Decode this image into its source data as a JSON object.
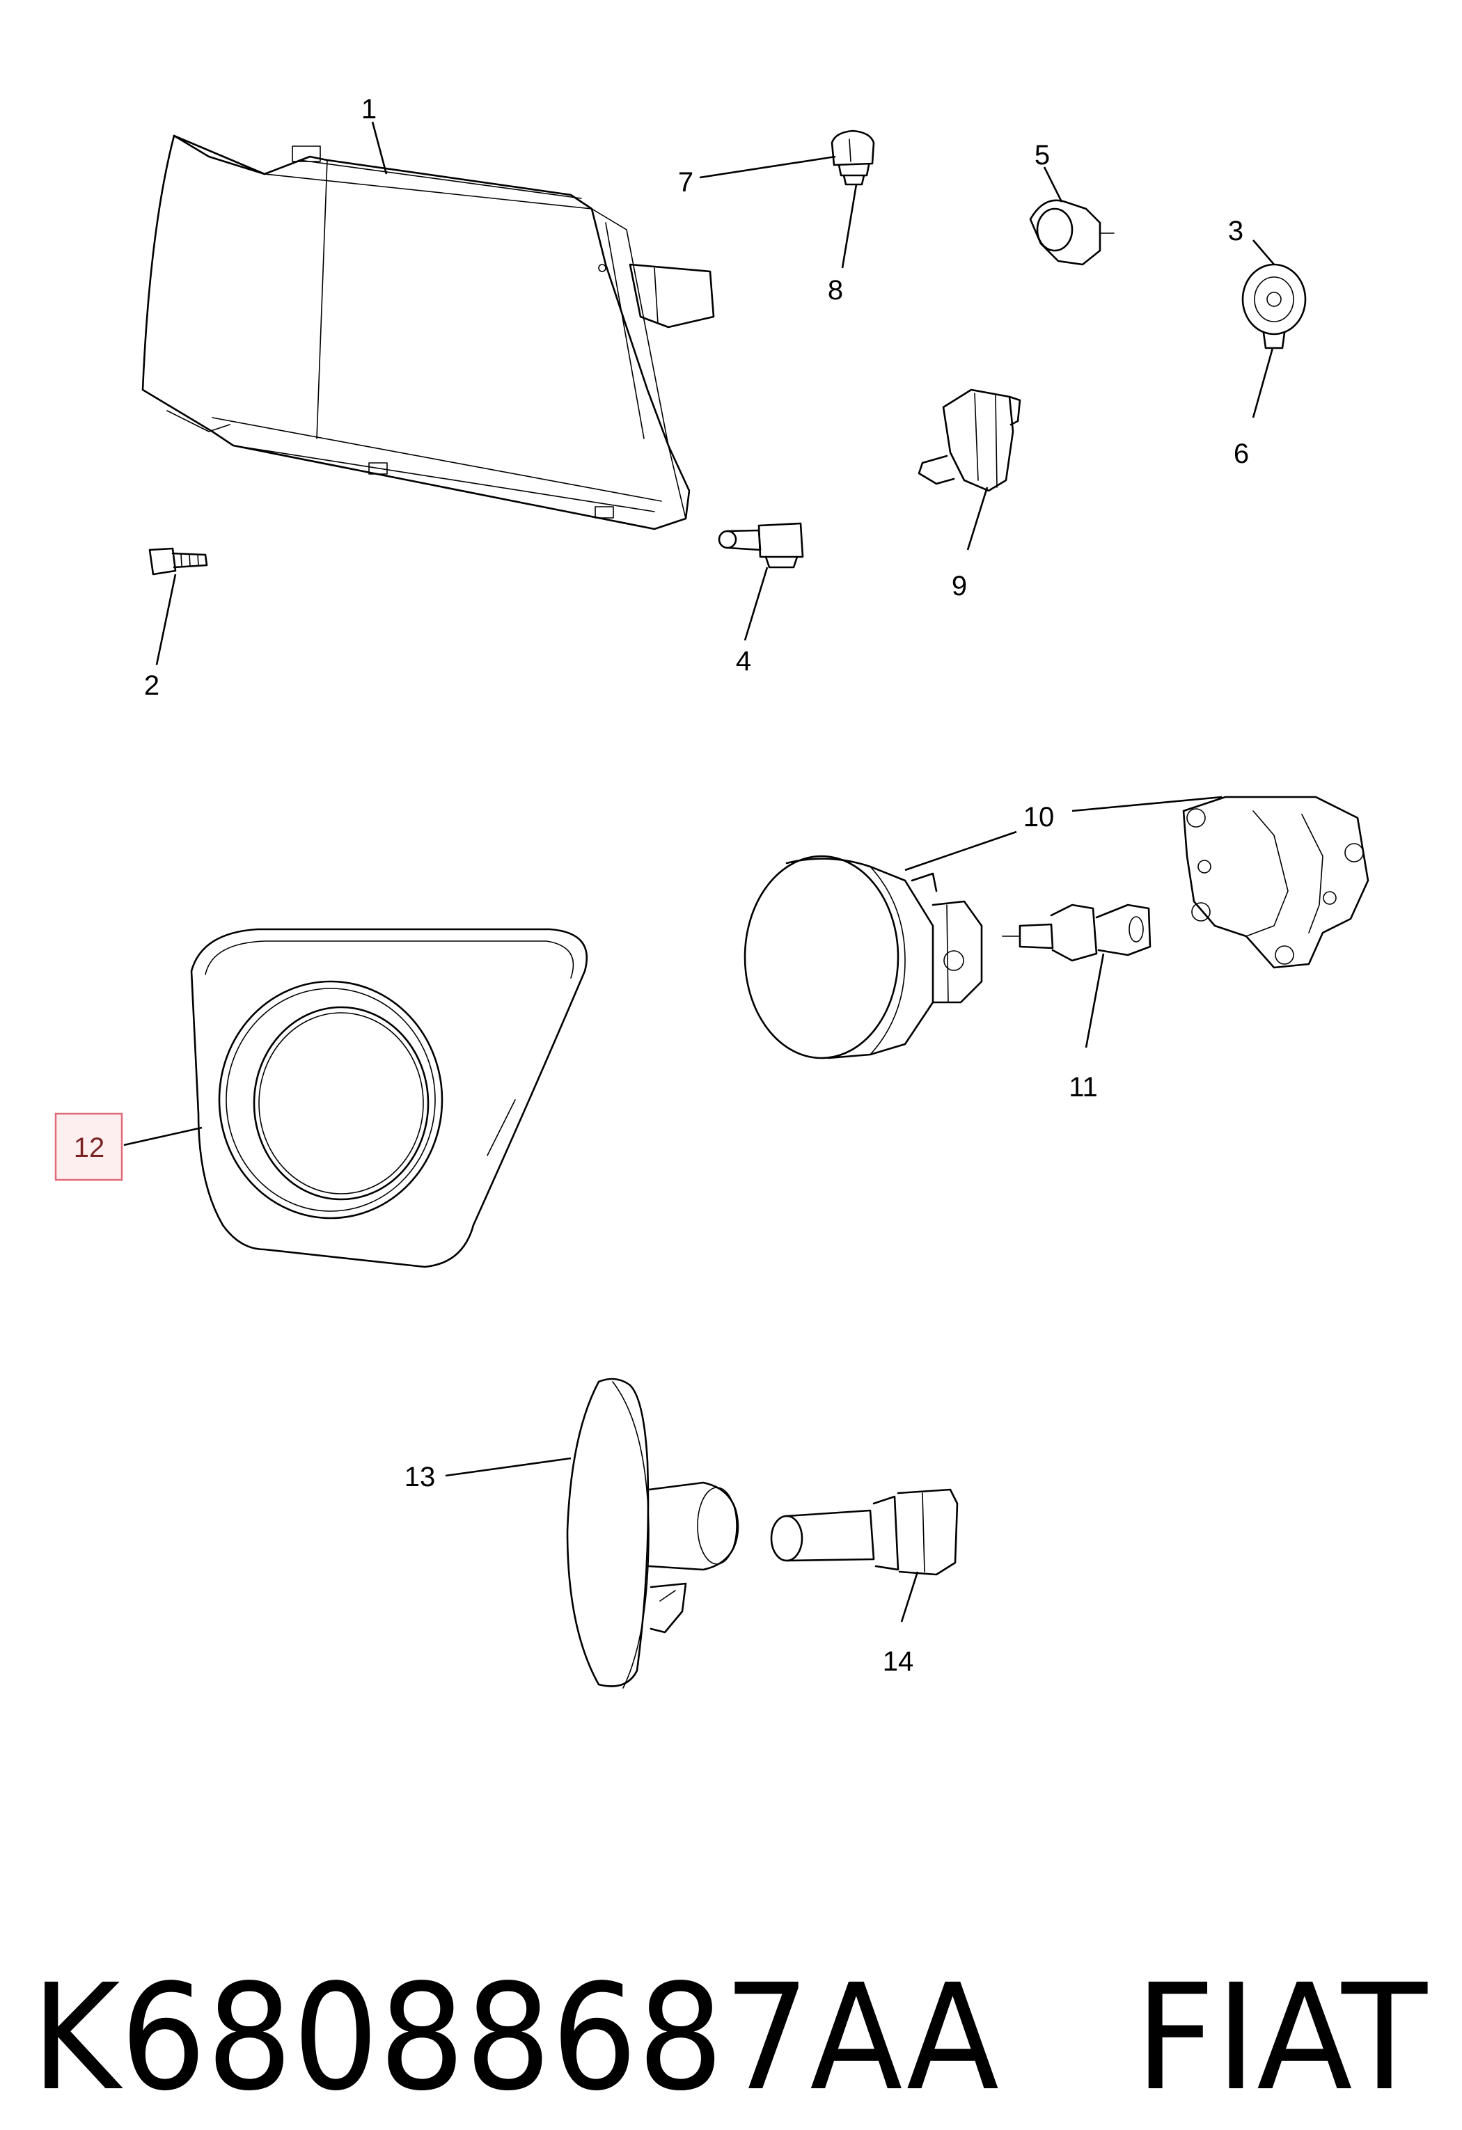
{
  "callouts": {
    "c1": "1",
    "c2": "2",
    "c3": "3",
    "c4": "4",
    "c5": "5",
    "c6": "6",
    "c7": "7",
    "c8": "8",
    "c9": "9",
    "c10": "10",
    "c11": "11",
    "c12": "12",
    "c13": "13",
    "c14": "14"
  },
  "highlighted_callout": "12",
  "highlight_color": "#e06a78",
  "footer": {
    "part_number": "K68088687AA",
    "brand": "FIAT"
  }
}
